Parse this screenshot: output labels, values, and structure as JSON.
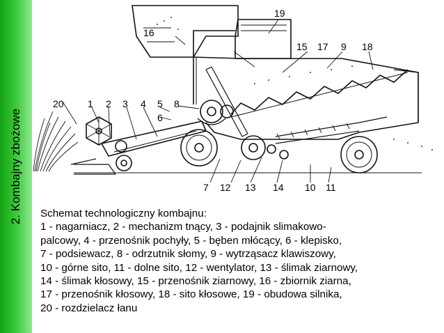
{
  "slide": {
    "vertical_title": "2. Kombajny zbożowe",
    "accent_color": "#2eb82e"
  },
  "diagram": {
    "labels": [
      "1",
      "2",
      "3",
      "4",
      "5",
      "6",
      "7",
      "8",
      "9",
      "10",
      "11",
      "12",
      "13",
      "14",
      "15",
      "16",
      "17",
      "18",
      "19",
      "20"
    ]
  },
  "caption": {
    "lines": [
      "Schemat technologiczny kombajnu:",
      "1 - nagarniacz, 2 - mechanizm tnący, 3 - podajnik slimakowo-",
      "palcowy, 4 - przenośnik pochyły, 5 - bęben młócący, 6 - klepisko,",
      "7 - podsiewacz, 8 - odrzutnik słomy, 9 - wytrząsacz klawiszowy,",
      "10 - górne sito, 11 - dolne sito, 12 - wentylator, 13 - ślimak ziarnowy,",
      "14 - ślimak kłosowy, 15 - przenośnik ziarnowy, 16 - zbiornik ziarna,",
      "17 - przenośnik kłosowy, 18 - sito kłosowe, 19 - obudowa silnika,",
      "20 - rozdzielacz łanu"
    ]
  }
}
